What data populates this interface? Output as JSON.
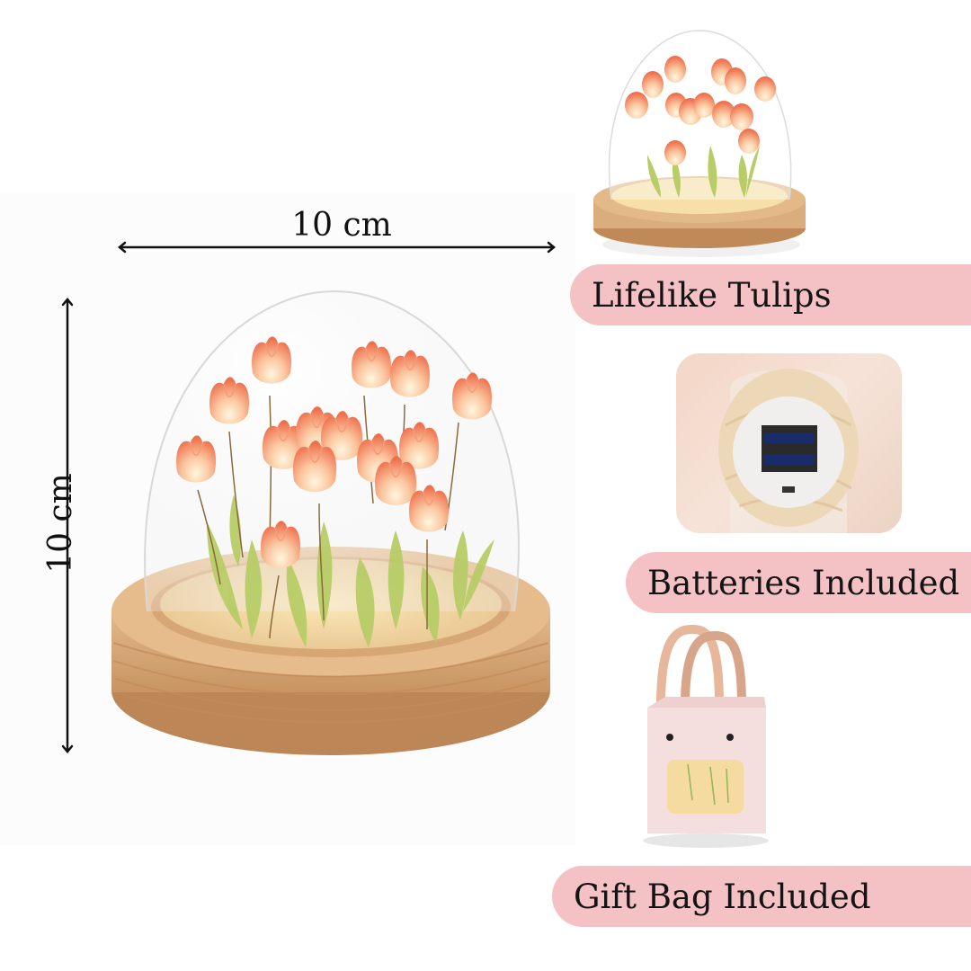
{
  "dimensions": {
    "width_label": "10 cm",
    "height_label": "10 cm"
  },
  "features": [
    {
      "label": "Lifelike Tulips",
      "image": "tulip-dome-lamp-lit"
    },
    {
      "label": "Batteries Included",
      "image": "battery-compartment"
    },
    {
      "label": "Gift Bag Included",
      "image": "pink-gift-bag"
    }
  ],
  "main_image": "tulip-dome-lamp-with-dimensions",
  "colors": {
    "pill_background": "#f4c1c4",
    "text": "#141414",
    "tulip_petal": "#f2825e",
    "tulip_glow": "#fff2d6",
    "leaf": "#b9cf6a",
    "wood_base": "#d9ae7e",
    "wood_grain": "#c8935f",
    "glass_outline": "#dcdcdc",
    "background": "#ffffff"
  }
}
